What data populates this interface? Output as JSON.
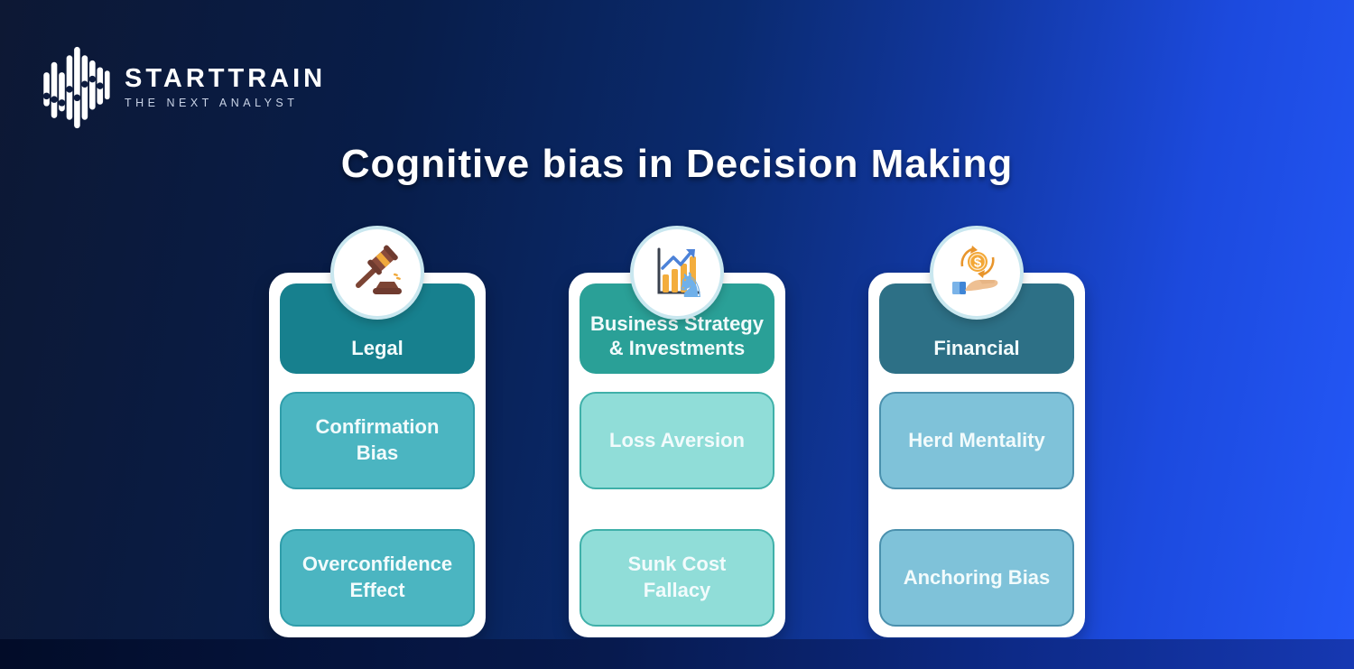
{
  "brand": {
    "name": "STARTTRAIN",
    "tagline": "THE NEXT ANALYST",
    "logo_icon": "equalizer-bars-icon"
  },
  "title": "Cognitive bias in Decision Making",
  "palette": {
    "background_left": "#0d1834",
    "background_right": "#2458f8",
    "footer_left": "#020c28",
    "footer_right": "#1638b2",
    "card_surface": "#ffffff",
    "icon_ring": "#c9e7ef",
    "text_on_teal": "#f2fbfc"
  },
  "cards": [
    {
      "icon": "gavel-icon",
      "header": "Legal",
      "colors": {
        "header": "#17808e",
        "item_bg": "#4bb5c1",
        "item_border": "#2f9daa"
      },
      "items": [
        "Confirmation Bias",
        "Overconfidence Effect"
      ]
    },
    {
      "icon": "strategy-chart-icon",
      "header": "Business Strategy & Investments",
      "colors": {
        "header": "#2aa097",
        "item_bg": "#90ddd8",
        "item_border": "#3fb0a9"
      },
      "items": [
        "Loss Aversion",
        "Sunk Cost Fallacy"
      ]
    },
    {
      "icon": "money-hand-icon",
      "header": "Financial",
      "colors": {
        "header": "#2d7086",
        "item_bg": "#7fc2d9",
        "item_border": "#4a90ad"
      },
      "items": [
        "Herd Mentality",
        "Anchoring Bias"
      ]
    }
  ]
}
